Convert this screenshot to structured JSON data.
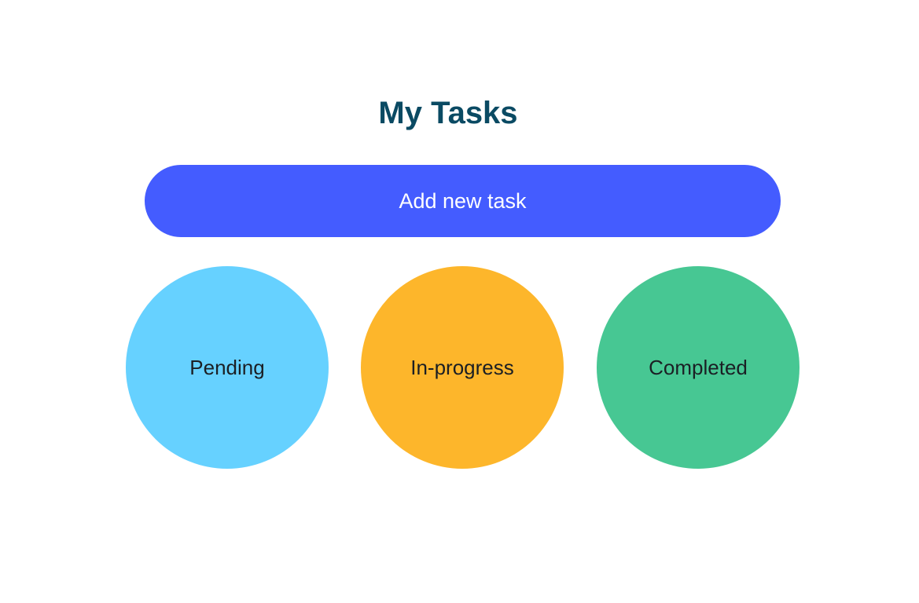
{
  "header": {
    "title": "My Tasks"
  },
  "actions": {
    "add_task_label": "Add new task"
  },
  "statuses": [
    {
      "label": "Pending",
      "color": "#66d1ff"
    },
    {
      "label": "In-progress",
      "color": "#fdb62b"
    },
    {
      "label": "Completed",
      "color": "#47c793"
    }
  ],
  "colors": {
    "title": "#0a4a63",
    "button": "#445cff",
    "button_text": "#ffffff",
    "status_text": "#1b1f24",
    "background": "#ffffff"
  }
}
